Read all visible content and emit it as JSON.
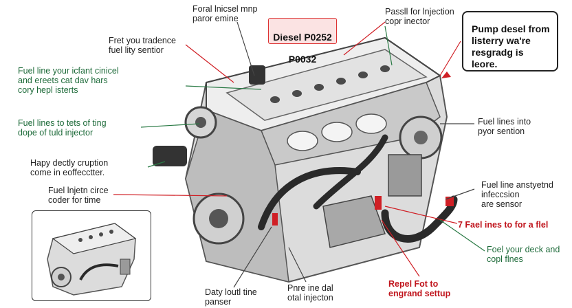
{
  "codes": {
    "line1": "Diesel P0252",
    "line2": "P0032"
  },
  "note": "Pump desel from\nlisterry wa're\nresgradg is leore.",
  "labels": {
    "top_center": "Foral lnicsel mnp\nparor emine",
    "top_right": "Passll for lnjection\ncopr inector",
    "left_1": "Fret you tradence\nfuel lity sentior",
    "left_2": "Fuel line your icfant cinicel\nand ereets cat dav hars\ncory hepl isterts",
    "left_3": "Fuel lines to tets of ting\ndope of tuld injector",
    "left_4": "Hapy dectly cruption\ncome in eoffecctter.",
    "left_5": "Fuel lnjetn circe\ncoder for time",
    "right_1": "Fuel lines into\npyor sention",
    "right_2": "Fuel line anstyetnd\ninfeccsion\nare sensor",
    "right_3": "7 Fael ines to for a flel",
    "right_4": "Foel your deck and\ncopl flnes",
    "right_5": "Repel Fot to\nengrand settup",
    "bottom_1": "Daty loutl tine\npanser",
    "bottom_2": "Pnre ine dal\notal injecton"
  },
  "colors": {
    "leader_dark": "#444444",
    "leader_green": "#2a7a45",
    "leader_red": "#d01f25",
    "engine_light": "#e6e6e6",
    "engine_mid": "#b9b9b9",
    "engine_dark": "#555555",
    "hose": "#2a2a2a"
  }
}
